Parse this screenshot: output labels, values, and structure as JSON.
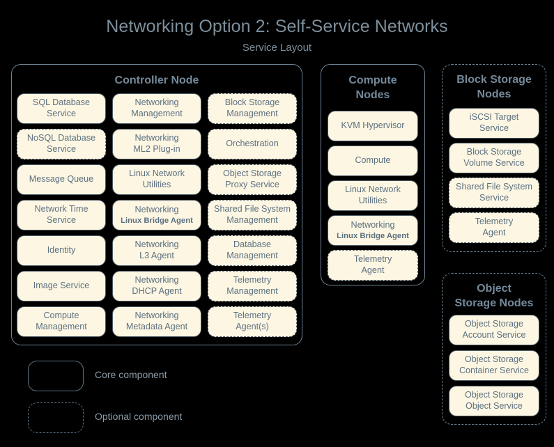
{
  "title": {
    "main": "Networking Option 2: Self-Service Networks",
    "sub": "Service Layout"
  },
  "colors": {
    "background": "#000000",
    "box_fill": "#fdf6e3",
    "box_border": "#4d5b66",
    "text": "#5c7180",
    "title_text": "#7d8f9c",
    "node_border": "#6f8494"
  },
  "nodes": {
    "controller": {
      "title": "Controller Node",
      "optional_container": false,
      "columns": [
        [
          {
            "l1": "SQL Database",
            "l2": "Service",
            "optional": false
          },
          {
            "l1": "NoSQL Database",
            "l2": "Service",
            "optional": true
          },
          {
            "l1": "Message Queue",
            "l2": "",
            "optional": false
          },
          {
            "l1": "Network Time",
            "l2": "Service",
            "optional": false
          },
          {
            "l1": "Identity",
            "l2": "",
            "optional": false
          },
          {
            "l1": "Image Service",
            "l2": "",
            "optional": false
          },
          {
            "l1": "Compute",
            "l2": "Management",
            "optional": false
          }
        ],
        [
          {
            "l1": "Networking",
            "l2": "Management",
            "optional": false
          },
          {
            "l1": "Networking",
            "l2": "ML2 Plug-in",
            "optional": false
          },
          {
            "l1": "Linux Network",
            "l2": "Utilities",
            "optional": false
          },
          {
            "l1": "Networking",
            "l2": "Linux Bridge Agent",
            "optional": false,
            "agent": true
          },
          {
            "l1": "Networking",
            "l2": "L3 Agent",
            "optional": false
          },
          {
            "l1": "Networking",
            "l2": "DHCP Agent",
            "optional": false
          },
          {
            "l1": "Networking",
            "l2": "Metadata Agent",
            "optional": false
          }
        ],
        [
          {
            "l1": "Block Storage",
            "l2": "Management",
            "optional": true
          },
          {
            "l1": "Orchestration",
            "l2": "",
            "optional": true
          },
          {
            "l1": "Object Storage",
            "l2": "Proxy Service",
            "optional": true
          },
          {
            "l1": "Shared File System",
            "l2": "Management",
            "optional": true
          },
          {
            "l1": "Database",
            "l2": "Management",
            "optional": true
          },
          {
            "l1": "Telemetry",
            "l2": "Management",
            "optional": true
          },
          {
            "l1": "Telemetry",
            "l2": "Agent(s)",
            "optional": true
          }
        ]
      ]
    },
    "compute": {
      "title": "Compute\nNodes",
      "title_line1": "Compute",
      "title_line2": "Nodes",
      "optional_container": false,
      "items": [
        {
          "l1": "KVM Hypervisor",
          "l2": "",
          "optional": false
        },
        {
          "l1": "Compute",
          "l2": "",
          "optional": false
        },
        {
          "l1": "Linux Network",
          "l2": "Utilities",
          "optional": false
        },
        {
          "l1": "Networking",
          "l2": "Linux Bridge Agent",
          "optional": false,
          "agent": true
        },
        {
          "l1": "Telemetry",
          "l2": "Agent",
          "optional": true
        }
      ]
    },
    "block_storage": {
      "title_line1": "Block Storage",
      "title_line2": "Nodes",
      "optional_container": true,
      "items": [
        {
          "l1": "iSCSI Target",
          "l2": "Service",
          "optional": false
        },
        {
          "l1": "Block Storage",
          "l2": "Volume Service",
          "optional": false
        },
        {
          "l1": "Shared File System",
          "l2": "Service",
          "optional": true
        },
        {
          "l1": "Telemetry",
          "l2": "Agent",
          "optional": true
        }
      ]
    },
    "object_storage": {
      "title_line1": "Object",
      "title_line2": "Storage Nodes",
      "optional_container": true,
      "items": [
        {
          "l1": "Object Storage",
          "l2": "Account Service",
          "optional": false
        },
        {
          "l1": "Object Storage",
          "l2": "Container Service",
          "optional": false
        },
        {
          "l1": "Object Storage",
          "l2": "Object Service",
          "optional": false
        }
      ]
    }
  },
  "legend": {
    "core_label": "Core component",
    "optional_label": "Optional component"
  }
}
